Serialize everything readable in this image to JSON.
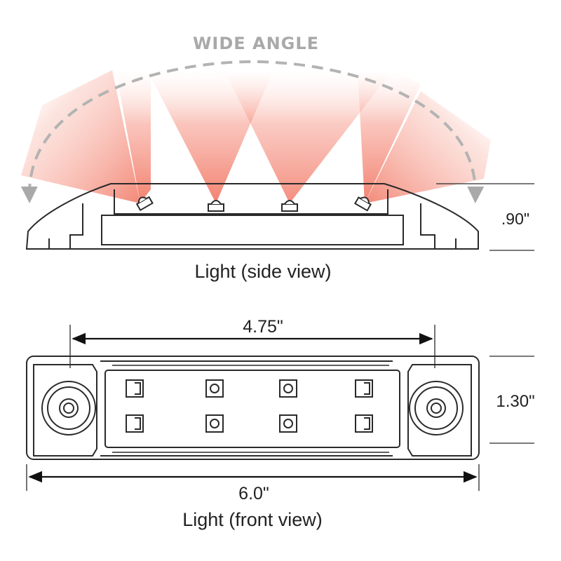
{
  "side_view": {
    "angle_label": "WIDE ANGLE",
    "caption": "Light (side view)",
    "height_dim": ".90\""
  },
  "front_view": {
    "caption": "Light (front view)",
    "mount_spacing_dim": "4.75\"",
    "height_dim": "1.30\"",
    "overall_length_dim": "6.0\""
  },
  "colors": {
    "beam": "#f06a55",
    "outline": "#2a2a2a",
    "arc": "#b3b3b3"
  }
}
